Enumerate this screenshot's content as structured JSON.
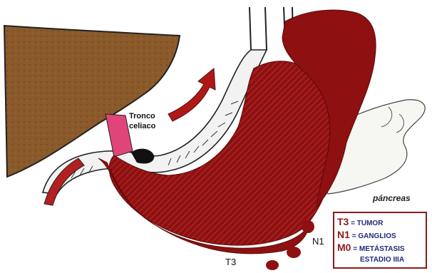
{
  "labels": {
    "celiac_line1": "Tronco",
    "celiac_line2": "celiaco",
    "pancreas": "páncreas",
    "n1": "N1",
    "t3": "T3"
  },
  "legend": {
    "rows": [
      {
        "code": "T3",
        "sep": "=",
        "text": "TUMOR"
      },
      {
        "code": "N1",
        "sep": "=",
        "text": "GANGLIOS"
      },
      {
        "code": "M0",
        "sep": "=",
        "text": "METÁSTASIS"
      }
    ],
    "stage": "ESTADIO IIIA"
  },
  "colors": {
    "liver": "#8b5a2b",
    "tumor": "#8e1010",
    "artery": "#e0457a",
    "legend_code": "#8b1a1a",
    "legend_text": "#1f2a7a"
  }
}
